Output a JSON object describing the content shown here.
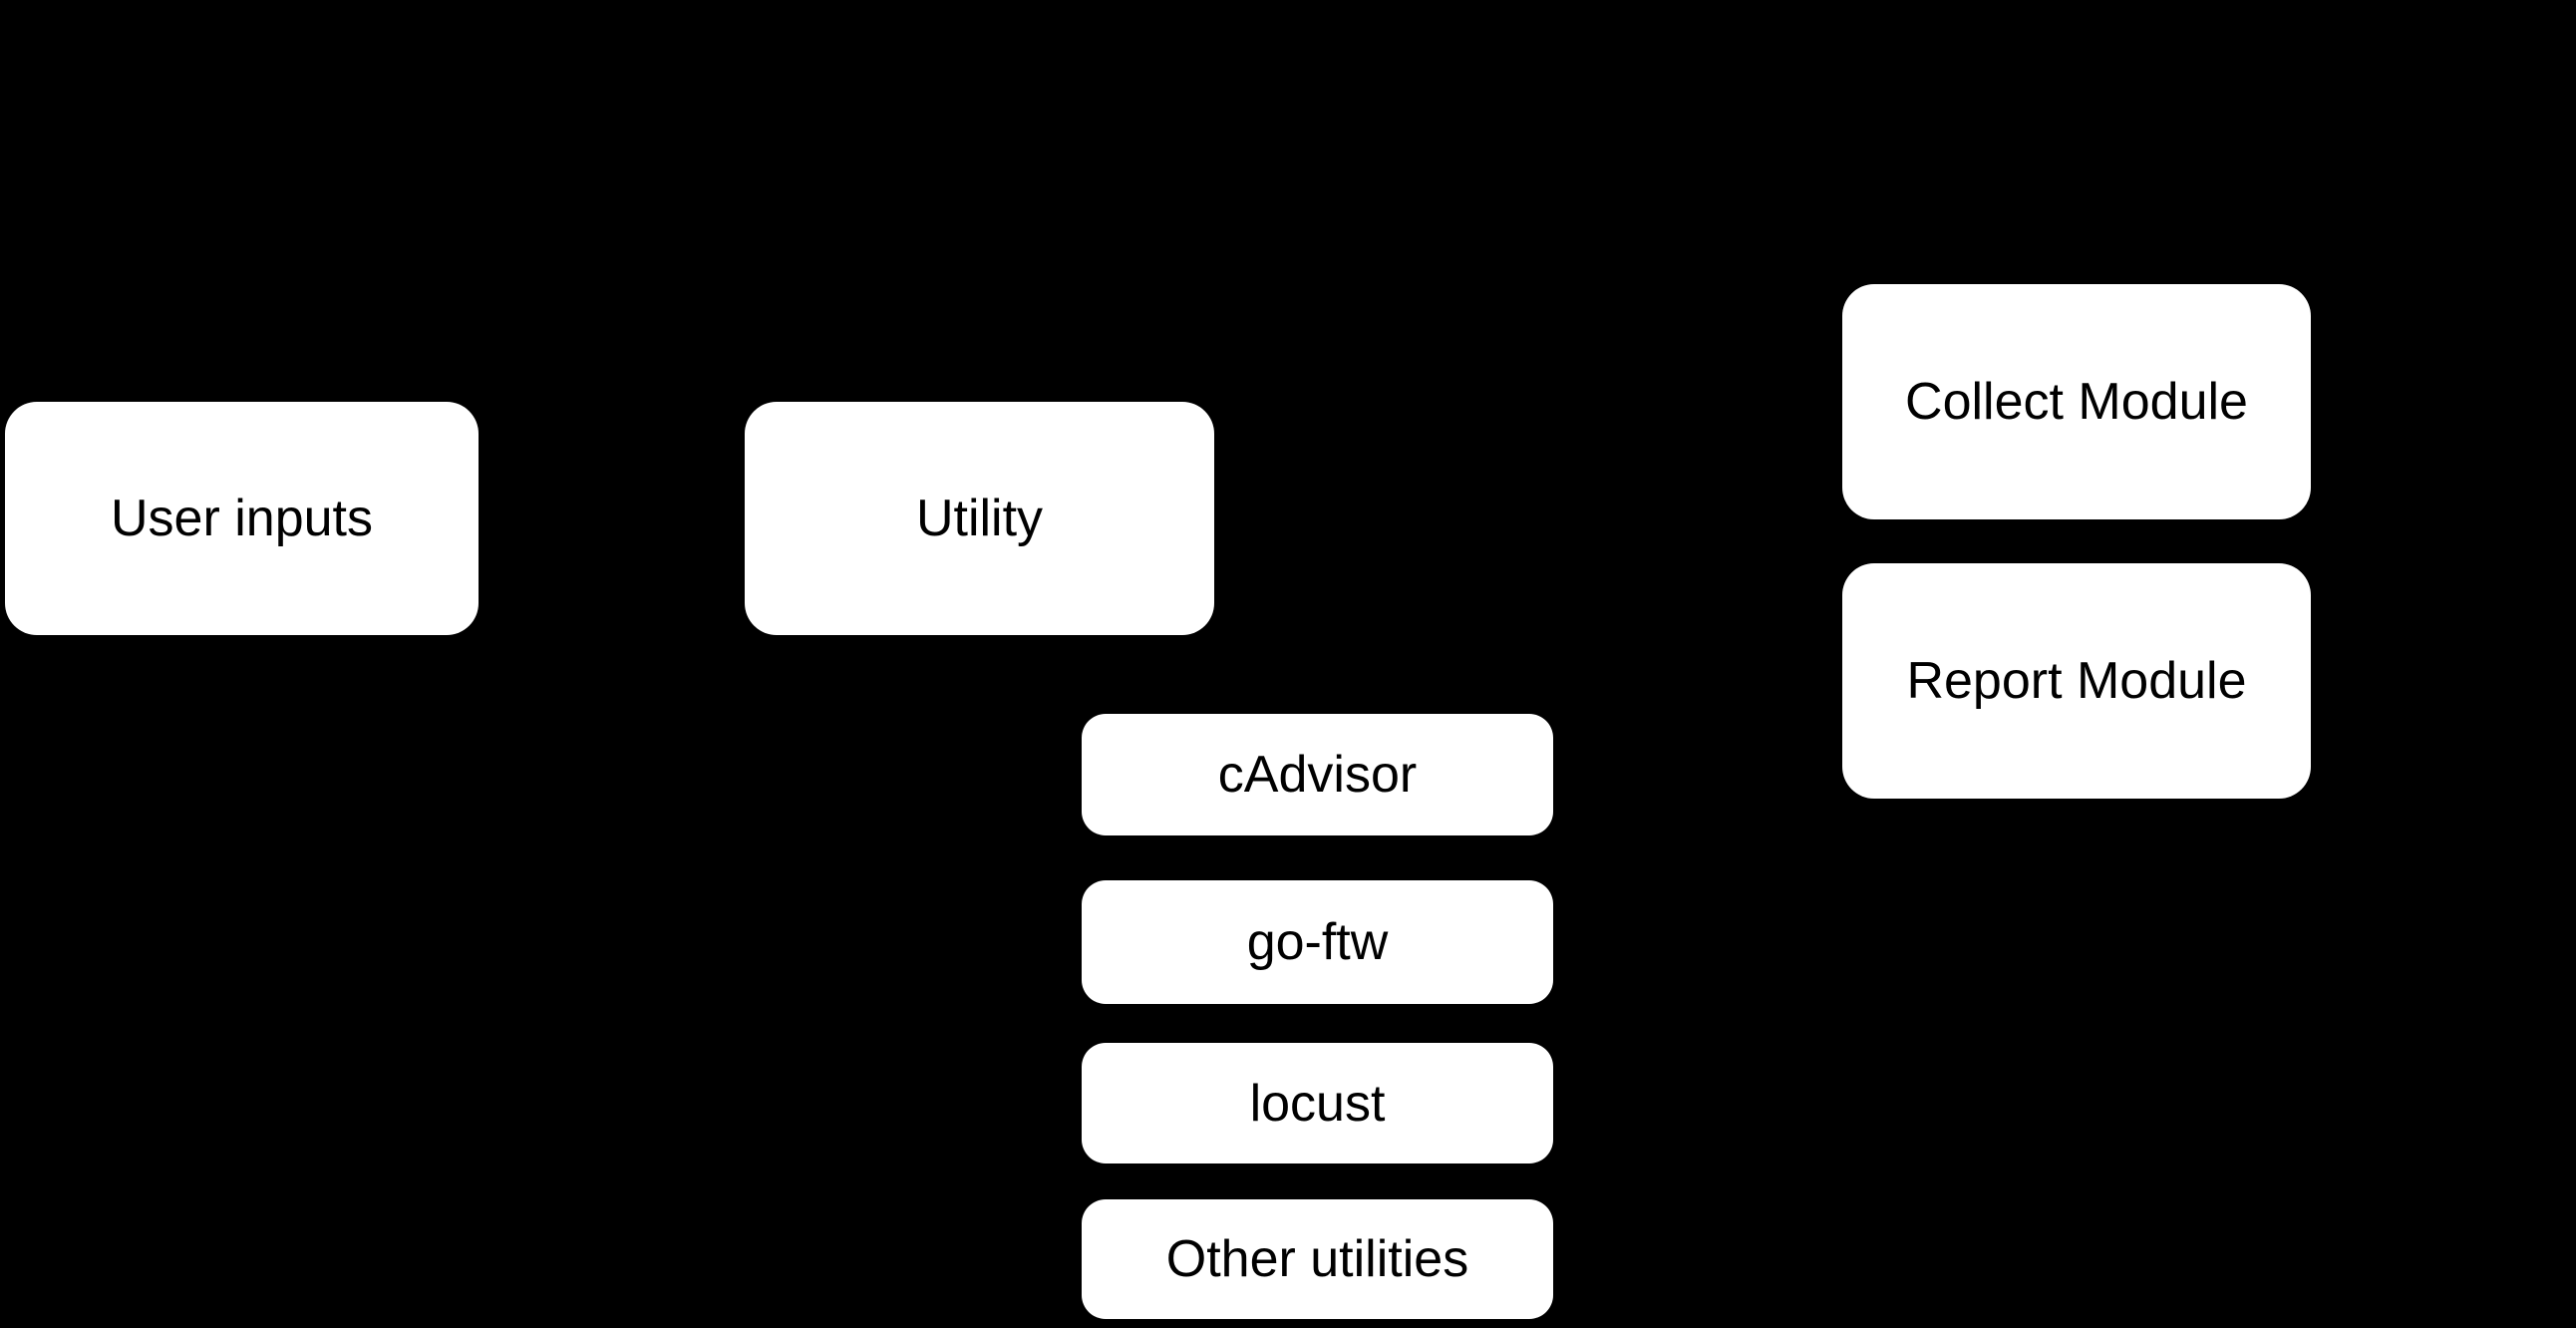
{
  "diagram": {
    "background_color": "#000000",
    "node_fill_color": "#ffffff",
    "node_text_color": "#000000",
    "nodes": {
      "user_inputs": {
        "label": "User inputs"
      },
      "utility": {
        "label": "Utility"
      },
      "cadvisor": {
        "label": "cAdvisor"
      },
      "go_ftw": {
        "label": "go-ftw"
      },
      "locust": {
        "label": "locust"
      },
      "other_utilities": {
        "label": "Other utilities"
      },
      "collect_module": {
        "label": "Collect Module"
      },
      "report_module": {
        "label": "Report Module"
      }
    }
  }
}
